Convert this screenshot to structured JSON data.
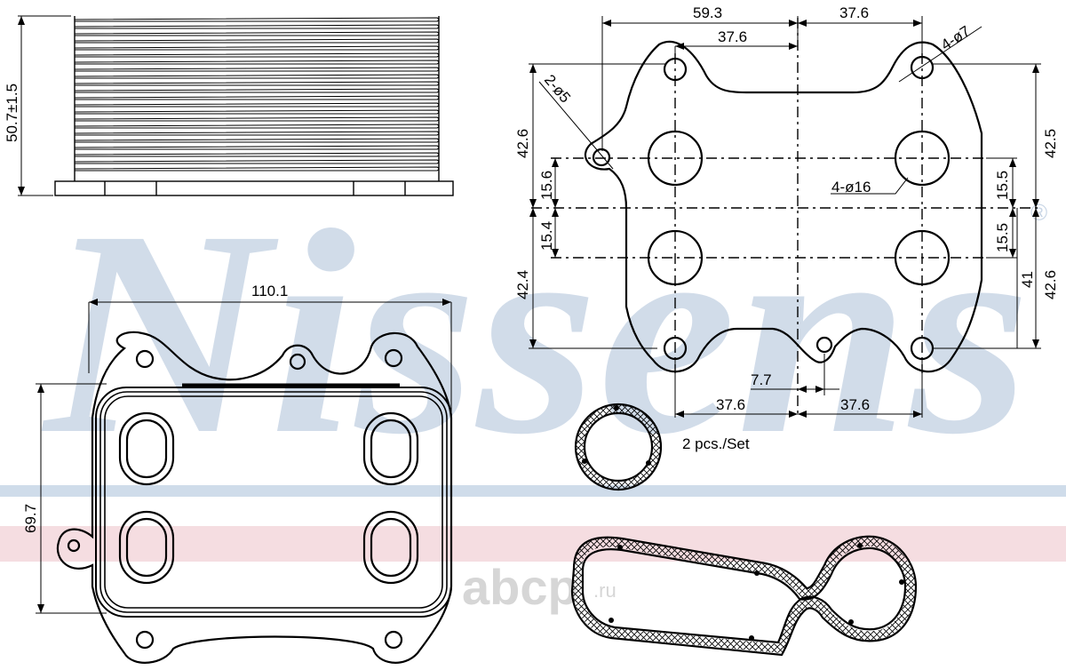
{
  "watermark": {
    "brand": "Nissens",
    "registered": "®",
    "site": "abcp",
    "site_suffix": ".ru",
    "colors": {
      "brand_blue": "#c9d6e6",
      "stripe_blue": "#cfdcea",
      "stripe_pink": "#f2d4da",
      "site_gray": "#d6d6d6"
    }
  },
  "dimensions": {
    "height_side": "50.7±1.5",
    "width_front": "110.1",
    "height_front": "69.7",
    "top_left_span": "59.3",
    "top_right_span": "37.6",
    "inner_top_span": "37.6",
    "hole_small_left": "2-ø5",
    "hole_small_right": "4-ø7",
    "hole_large": "4-ø16",
    "left_upper": "42.6",
    "left_mid_upper": "15.6",
    "left_mid_lower": "15.4",
    "left_lower": "42.4",
    "right_upper": "42.5",
    "right_mid_upper": "15.5",
    "right_mid_lower": "15.5",
    "right_inner_lower": "41",
    "right_outer_lower": "42.6",
    "bottom_offset": "7.7",
    "bottom_left_span": "37.6",
    "bottom_right_span": "37.6"
  },
  "gasket_note": "2 pcs./Set"
}
